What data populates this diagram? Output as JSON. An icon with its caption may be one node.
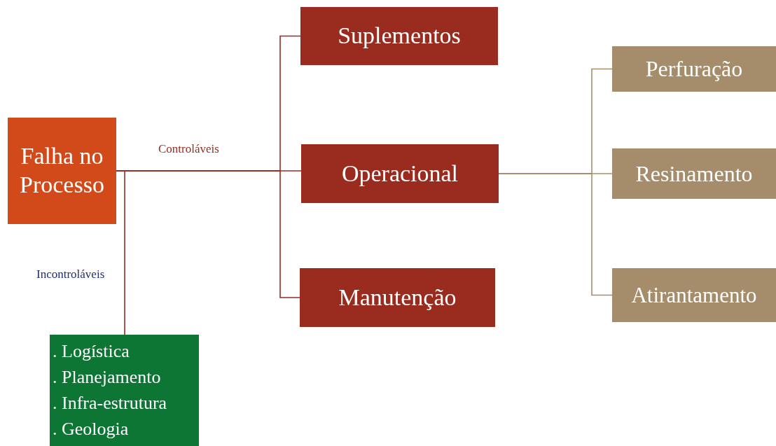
{
  "diagram": {
    "nodes": [
      {
        "text": [
          "Falha no Processo"
        ]
      },
      {
        "text": [
          "Suplementos"
        ]
      },
      {
        "text": [
          "Operacional"
        ]
      },
      {
        "text": [
          "Manutenção"
        ]
      },
      {
        "text": [
          "Perfuração"
        ]
      },
      {
        "text": [
          "Resinamento"
        ]
      },
      {
        "text": [
          "Atirantamento"
        ]
      },
      {
        "text": [
          ". Logística",
          ". Planejamento",
          ". Infra-estrutura",
          ". Geologia"
        ]
      }
    ],
    "edges": [
      {
        "from": 0,
        "to": 1,
        "arrow": "none"
      },
      {
        "from": 0,
        "to": 2,
        "arrow": "none",
        "label": "Controláveis"
      },
      {
        "from": 0,
        "to": 3,
        "arrow": "none"
      },
      {
        "from": 0,
        "to": 7,
        "arrow": "none",
        "label": "Incontroláveis"
      },
      {
        "from": 2,
        "to": 4,
        "arrow": "none",
        "color": "#a58d6b"
      },
      {
        "from": 2,
        "to": 5,
        "arrow": "none",
        "color": "#a58d6b"
      },
      {
        "from": 2,
        "to": 6,
        "arrow": "none",
        "color": "#a58d6b"
      }
    ]
  }
}
